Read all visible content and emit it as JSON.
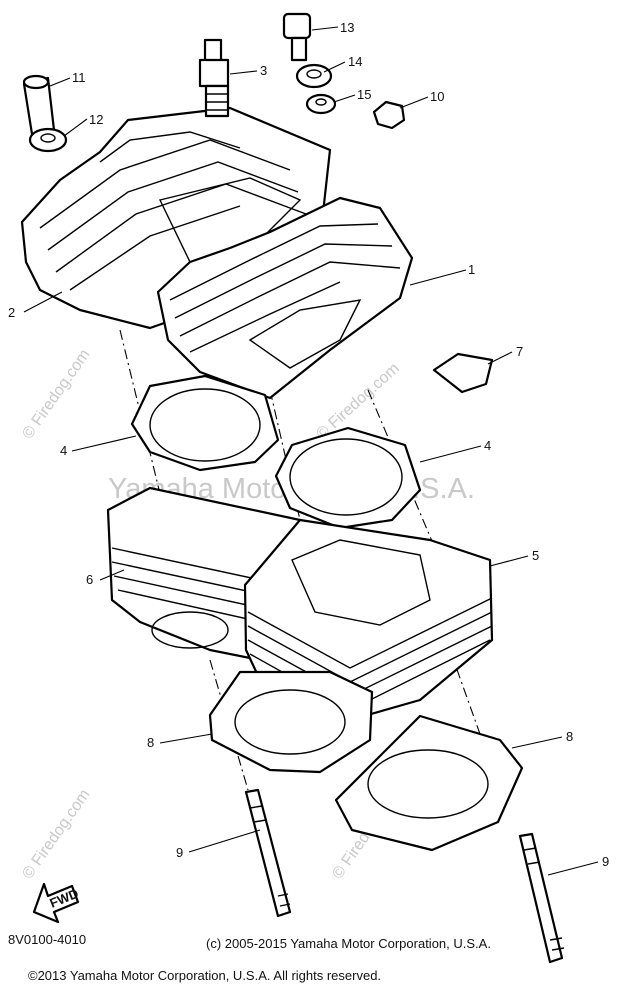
{
  "callouts": [
    "13",
    "14",
    "15",
    "10",
    "3",
    "11",
    "12",
    "2",
    "1",
    "7",
    "4",
    "4",
    "6",
    "5",
    "8",
    "8",
    "9",
    "9"
  ],
  "watermarks": {
    "center": "Yamaha Motor Corp., U.S.A.",
    "diagonal": "© Firedog.com"
  },
  "fwd_label": "FWD",
  "diagram_code": "8V0100-4010",
  "small_copyright": "(c) 2005-2015 Yamaha Motor Corporation, U.S.A.",
  "footer_copyright": "©2013 Yamaha Motor Corporation, U.S.A. All rights reserved."
}
